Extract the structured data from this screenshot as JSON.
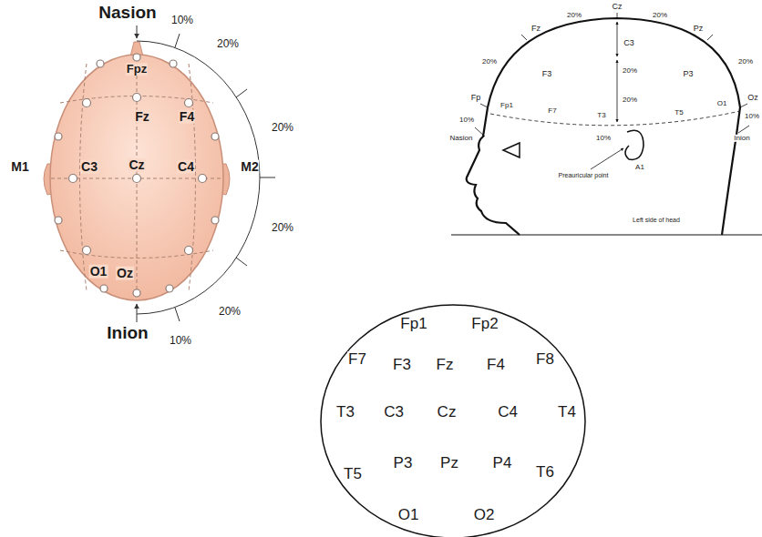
{
  "diagram": {
    "labels": [
      "Nasion",
      "10%",
      "Fpz",
      "20%",
      "Fz",
      "F4",
      "20%",
      "M1",
      "C3",
      "Cz",
      "C4",
      "M2",
      "20%",
      "O1",
      "Oz",
      "20%",
      "Inion",
      "10%",
      "Cz",
      "20%",
      "20%",
      "Fz",
      "Pz",
      "20%",
      "20%",
      "Fp",
      "Oz",
      "10%",
      "10%",
      "F3",
      "C3",
      "P3",
      "20%",
      "20%",
      "Fp1",
      "F7",
      "T3",
      "T5",
      "O1",
      "10%",
      "Nasion",
      "Preauricular point",
      "A1",
      "Inion",
      "Left side of head",
      "Fp1",
      "Fp2",
      "F7",
      "F3",
      "Fz",
      "F4",
      "F8",
      "T3",
      "C3",
      "Cz",
      "C4",
      "T4",
      "T5",
      "P3",
      "Pz",
      "P4",
      "T6",
      "O1",
      "O2"
    ]
  }
}
